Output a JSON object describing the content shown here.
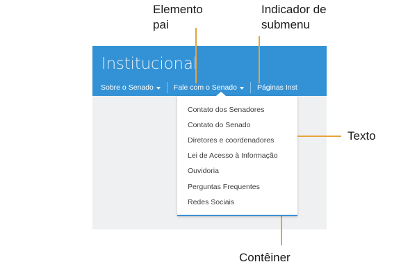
{
  "site": {
    "logo": "Institucional",
    "nav": [
      {
        "label": "Sobre o Senado",
        "has_caret": true
      },
      {
        "label": "Fale com o Senado",
        "has_caret": true,
        "active": true
      },
      {
        "label": "Páginas Inst",
        "has_caret": false
      }
    ],
    "dropdown": {
      "parent": "Fale com o Senado",
      "items": [
        "Contato dos Senadores",
        "Contato do Senado",
        "Diretores e coordenadores",
        "Lei de Acesso à Informação",
        "Ouvidoria",
        "Perguntas Frequentes",
        "Redes Sociais"
      ]
    }
  },
  "annotations": [
    {
      "id": "elemento-pai",
      "text": "Elemento\npai"
    },
    {
      "id": "indicador",
      "text": "Indicador de\nsubmenu"
    },
    {
      "id": "texto",
      "text": "Texto"
    },
    {
      "id": "conteiner",
      "text": "Contêiner"
    }
  ],
  "colors": {
    "brand_blue": "#3392d5",
    "accent_orange": "#e8a33d",
    "page_background": "#eff0f1",
    "dropdown_border": "#3b8fd4",
    "text_dark": "#1a1a1a"
  }
}
